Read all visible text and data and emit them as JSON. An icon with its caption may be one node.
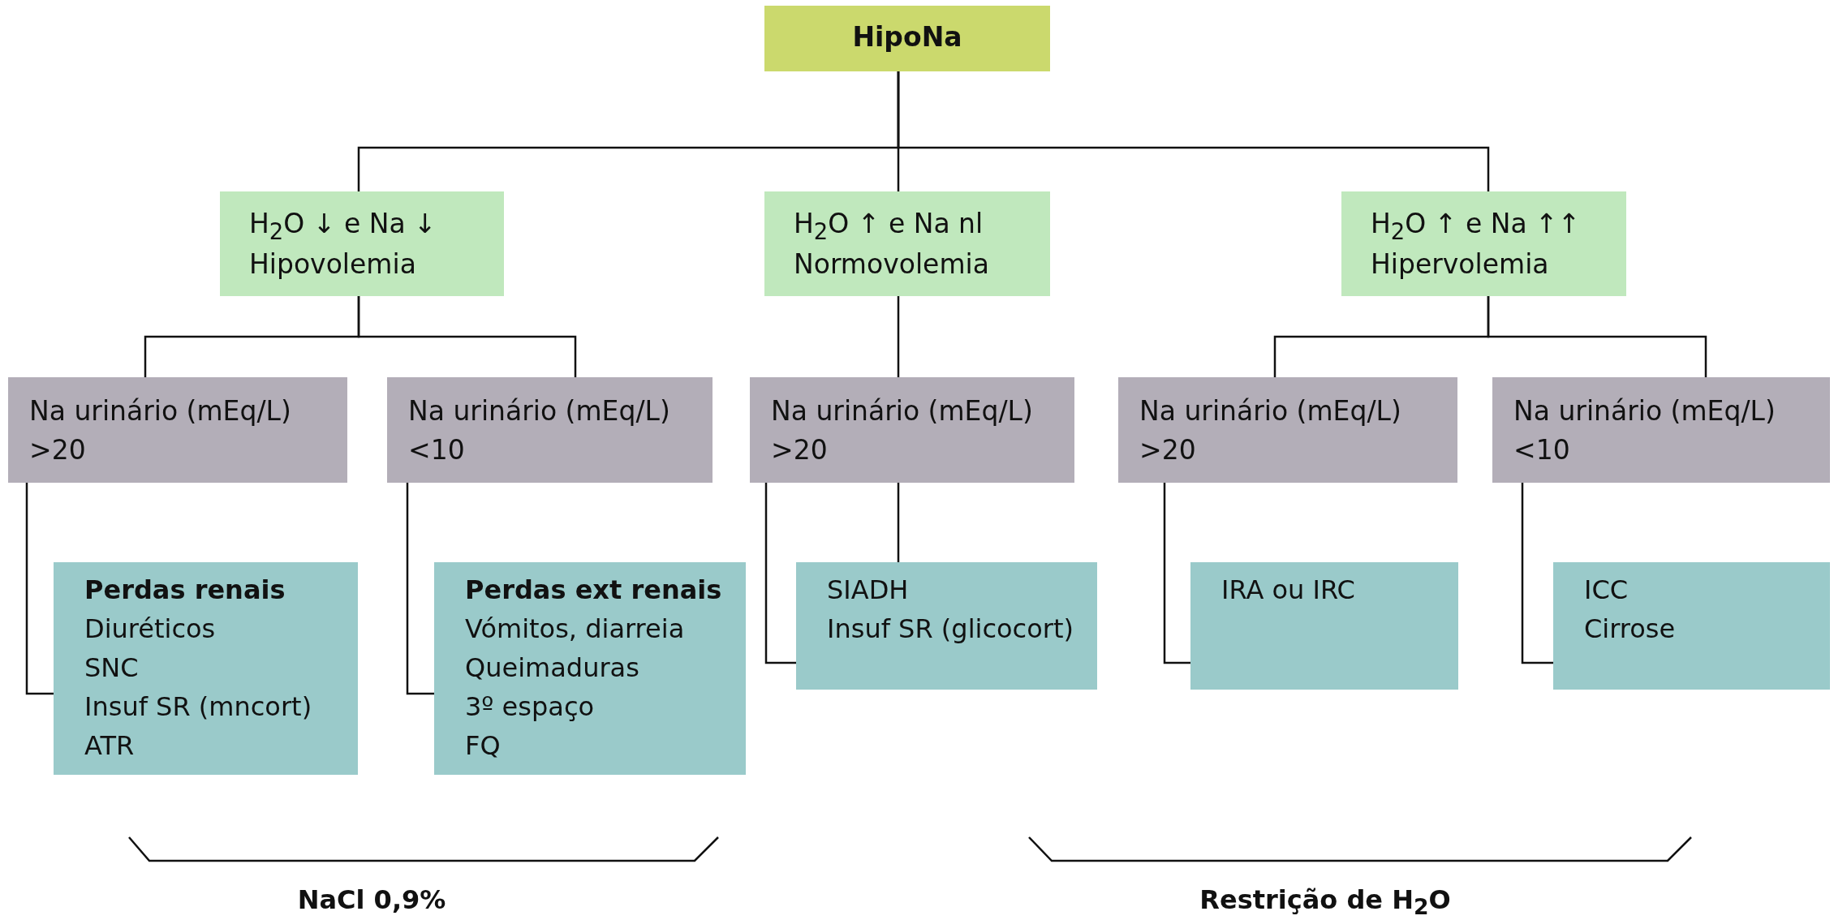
{
  "diagram": {
    "nodes": [
      {
        "text": [
          "HipoNa"
        ]
      },
      {
        "text": [
          "H$_{2}$O ↓ e Na ↓",
          "Hipovolemia"
        ]
      },
      {
        "text": [
          "H$_{2}$O ↑ e Na nl",
          "Normovolemia"
        ]
      },
      {
        "text": [
          "H$_{2}$O ↑ e Na ↑↑",
          "Hipervolemia"
        ]
      },
      {
        "text": [
          "Na urinário (mEq/L)",
          ">20"
        ]
      },
      {
        "text": [
          "Na urinário (mEq/L)",
          "<10"
        ]
      },
      {
        "text": [
          "Na urinário (mEq/L)",
          ">20"
        ]
      },
      {
        "text": [
          "Na urinário (mEq/L)",
          ">20"
        ]
      },
      {
        "text": [
          "Na urinário (mEq/L)",
          "<10"
        ]
      },
      {
        "text": [
          "Perdas renais",
          "Diuréticos",
          "SNC",
          "Insuf SR (mncort)",
          "ATR"
        ]
      },
      {
        "text": [
          "Perdas ext renais",
          "Vómitos, diarreia",
          "Queimaduras",
          "3º espaço",
          "FQ"
        ]
      },
      {
        "text": [
          "SIADH",
          "Insuf SR (glicocort)"
        ]
      },
      {
        "text": [
          "IRA ou IRC"
        ]
      },
      {
        "text": [
          "ICC",
          "Cirrose"
        ]
      }
    ],
    "edges": [
      {
        "from": 0,
        "to": 1,
        "arrow": "none"
      },
      {
        "from": 0,
        "to": 2,
        "arrow": "none"
      },
      {
        "from": 0,
        "to": 3,
        "arrow": "none"
      },
      {
        "from": 1,
        "to": 4,
        "arrow": "none"
      },
      {
        "from": 1,
        "to": 5,
        "arrow": "none"
      },
      {
        "from": 2,
        "to": 6,
        "arrow": "none"
      },
      {
        "from": 3,
        "to": 7,
        "arrow": "none"
      },
      {
        "from": 3,
        "to": 8,
        "arrow": "none"
      },
      {
        "from": 4,
        "to": 9,
        "arrow": "none"
      },
      {
        "from": 5,
        "to": 10,
        "arrow": "none"
      },
      {
        "from": 6,
        "to": 11,
        "arrow": "none"
      },
      {
        "from": 6,
        "to": 11,
        "arrow": "none"
      },
      {
        "from": 7,
        "to": 12,
        "arrow": "none"
      },
      {
        "from": 8,
        "to": 13,
        "arrow": "none"
      }
    ],
    "labels": [
      "NaCl 0,9%",
      "Restrição de H$_{2}$O"
    ]
  }
}
